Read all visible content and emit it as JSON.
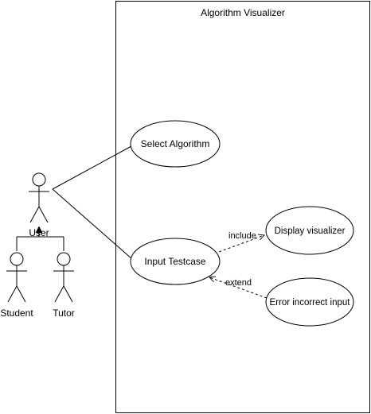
{
  "system": {
    "title": "Algorithm Visualizer"
  },
  "actors": {
    "user": "User",
    "student": "Student",
    "tutor": "Tutor"
  },
  "use_cases": {
    "select_algorithm": "Select Algorithm",
    "input_testcase": "Input Testcase",
    "display_visualizer": "Display visualizer",
    "error_incorrect_input": "Error incorrect input"
  },
  "relations": {
    "include": "include",
    "extend": "extend"
  }
}
